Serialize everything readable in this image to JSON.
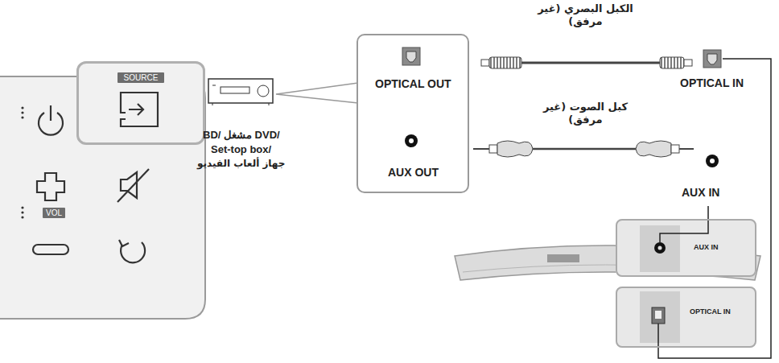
{
  "diagram": {
    "nodes": [
      {
        "text": [
          "SOURCE"
        ]
      },
      {
        "text": [
          "OPTICAL OUT",
          "AUX OUT"
        ]
      },
      {
        "text": [
          "AUX IN"
        ]
      },
      {
        "text": [
          "OPTICAL IN"
        ]
      }
    ],
    "labels": [
      "VOL",
      "BD/ مشغل DVD/",
      "Set-top box/",
      "جهاز ألعاب الفيديو",
      "الكبل البصري (غير مرفق)",
      "كبل الصوت (غير مرفق)",
      "OPTICAL IN",
      "AUX IN"
    ]
  }
}
